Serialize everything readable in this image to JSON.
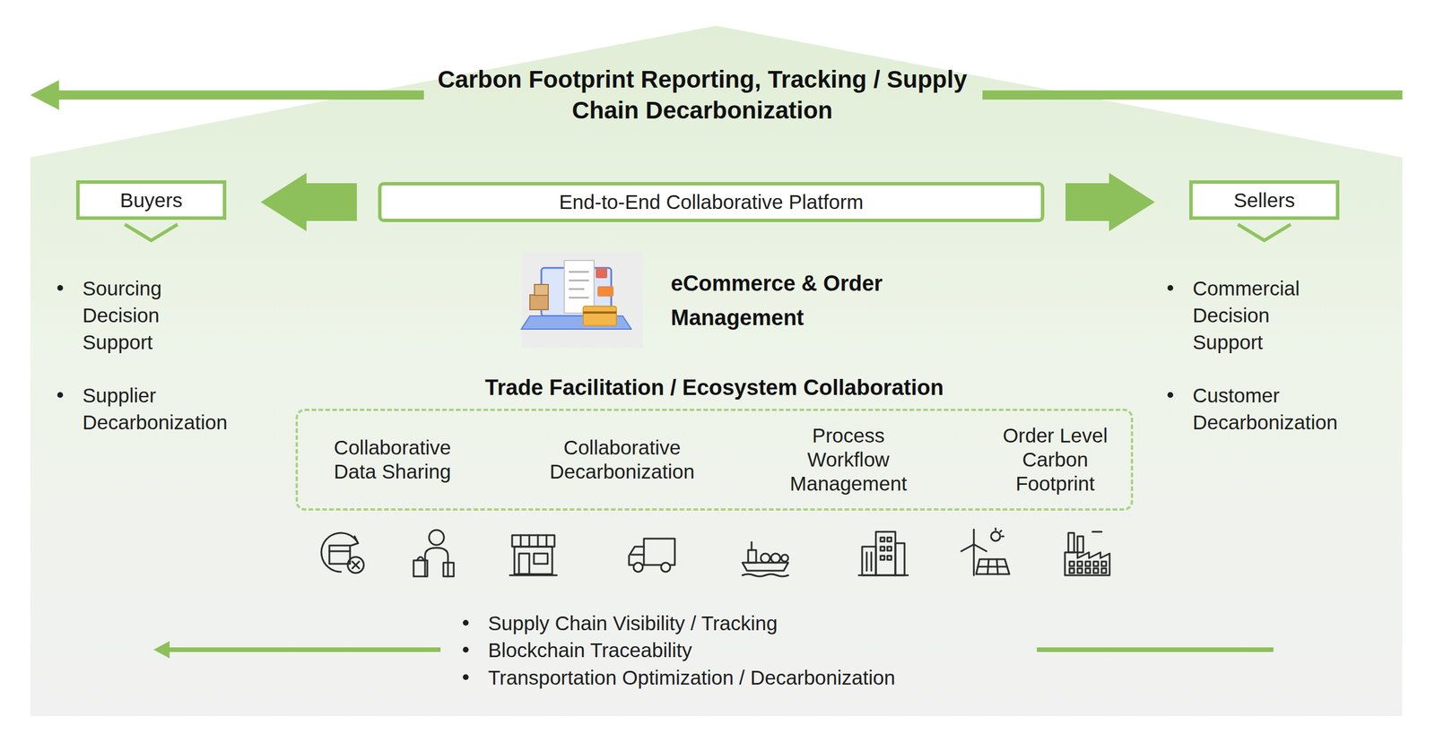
{
  "diagram": {
    "title": "Carbon Footprint Reporting, Tracking / Supply Chain Decarbonization",
    "nodes": [
      {
        "text": [
          "Buyers"
        ]
      },
      {
        "text": [
          "End-to-End Collaborative Platform"
        ]
      },
      {
        "text": [
          "Sellers"
        ]
      },
      {
        "text": [
          "Trade Facilitation / Ecosystem Collaboration",
          "Collaborative Data Sharing",
          "Collaborative Decarbonization",
          "Process Workflow Management",
          "Order Level Carbon Footprint"
        ]
      }
    ],
    "edges": [
      {
        "from": 1,
        "to": 0,
        "arrow": "to"
      },
      {
        "from": 1,
        "to": 2,
        "arrow": "to"
      }
    ],
    "labels": [
      "Sourcing Decision Support",
      "Supplier Decarbonization",
      "eCommerce & Order Management",
      "Commercial Decision Support",
      "Customer Decarbonization",
      "Supply Chain Visibility / Tracking",
      "Blockchain Traceability",
      "Transportation Optimization / Decarbonization"
    ]
  }
}
